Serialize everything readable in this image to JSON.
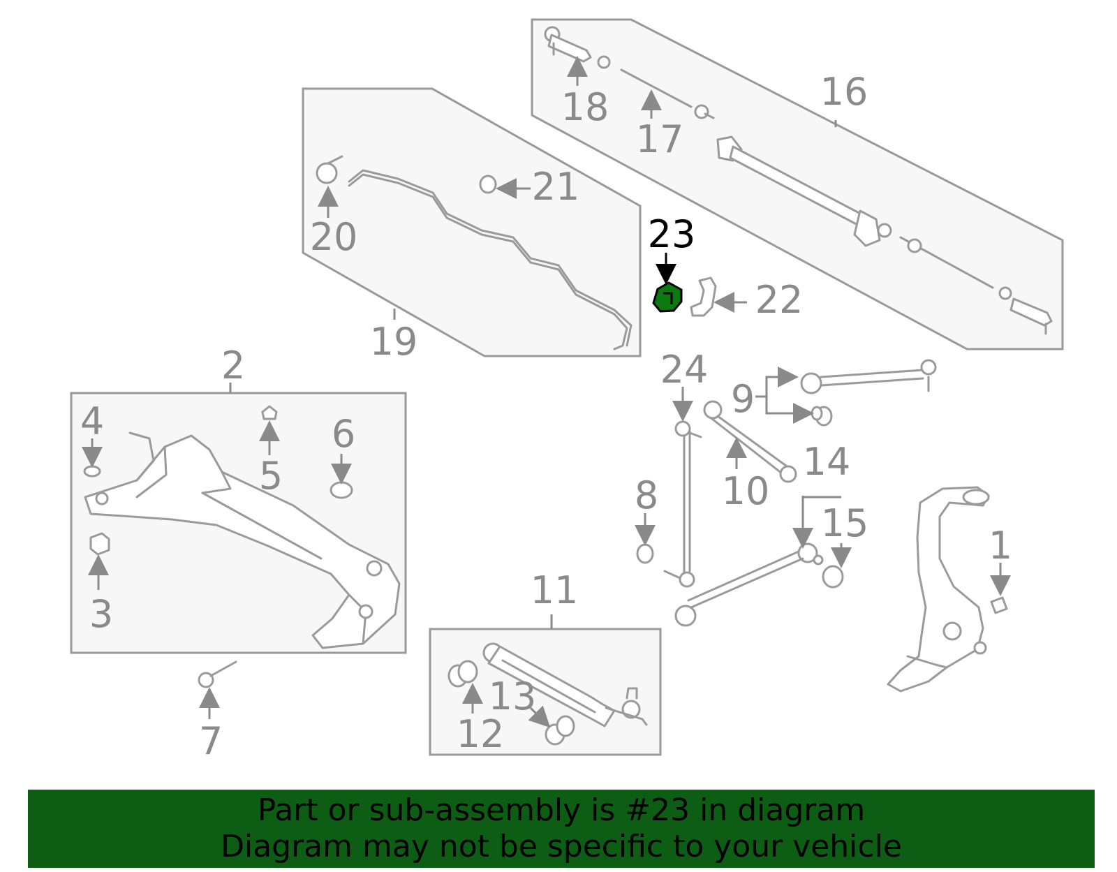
{
  "diagram": {
    "highlighted_part": "23",
    "highlight_color": "#0d7a10",
    "line_color": "#9a9a9a",
    "callouts": [
      "1",
      "2",
      "3",
      "4",
      "5",
      "6",
      "7",
      "8",
      "9",
      "10",
      "11",
      "12",
      "13",
      "14",
      "15",
      "16",
      "17",
      "18",
      "19",
      "20",
      "21",
      "22",
      "23",
      "24"
    ]
  },
  "banner": {
    "background": "#0d5e14",
    "line1": "Part or sub-assembly is #23 in diagram",
    "line2": "Diagram may not be specific to your vehicle"
  }
}
